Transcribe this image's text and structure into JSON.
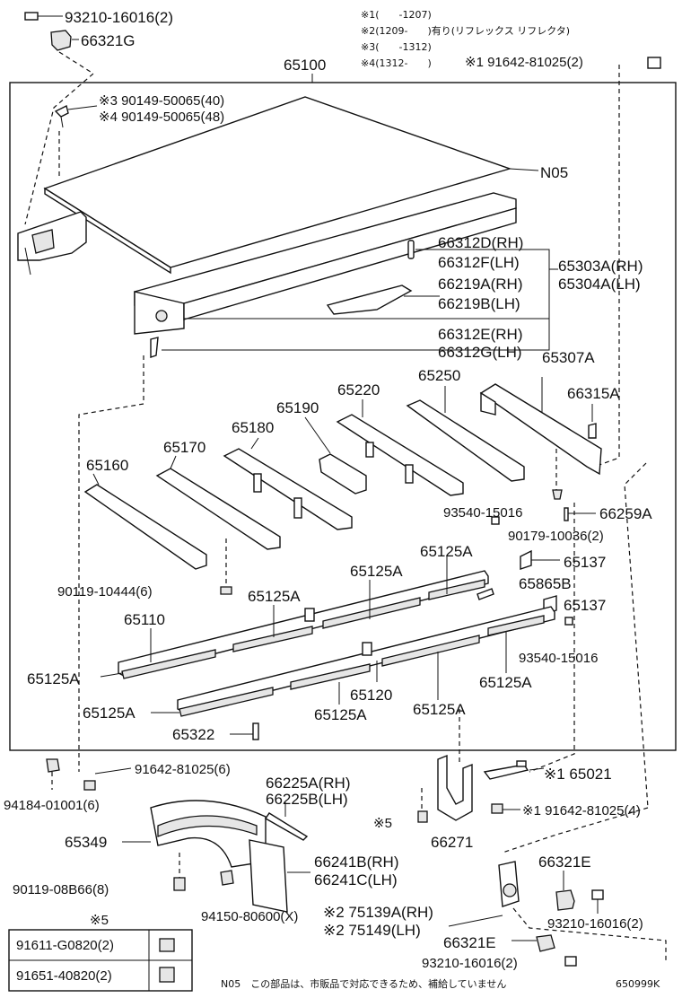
{
  "notes": {
    "n1": "※1(　　-1207)",
    "n2": "※2(1209-　　)有り(リフレックス リフレクタ)",
    "n3": "※3(　　-1312)",
    "n4": "※4(1312-　　)"
  },
  "labels": {
    "p93210_16016_2_top": "93210-16016(2)",
    "p66321G": "66321G",
    "p65100": "65100",
    "p91642_81025_2": "※1 91642-81025(2)",
    "p90149_40": "※3 90149-50065(40)",
    "p90149_48": "※4 90149-50065(48)",
    "pN05": "N05",
    "p66312D": "66312D(RH)",
    "p66312F": "66312F(LH)",
    "p65303A": "65303A(RH)",
    "p65304A": "65304A(LH)",
    "p66219A": "66219A(RH)",
    "p66219B": "66219B(LH)",
    "p66312E": "66312E(RH)",
    "p66312G": "66312G(LH)",
    "p65307A": "65307A",
    "p66315A": "66315A",
    "p65250": "65250",
    "p65220": "65220",
    "p65190": "65190",
    "p65180": "65180",
    "p65170": "65170",
    "p65160": "65160",
    "p93540_a": "93540-15016",
    "p66259A": "66259A",
    "p90179": "90179-10036(2)",
    "p65137_a": "65137",
    "p65125A_1": "65125A",
    "p90119_10444": "90119-10444(6)",
    "p65125A_2": "65125A",
    "p65865B": "65865B",
    "p65125A_3": "65125A",
    "p65137_b": "65137",
    "p65110": "65110",
    "p93540_b": "93540-15016",
    "p65125A_4": "65125A",
    "p65125A_5": "65125A",
    "p65120": "65120",
    "p65125A_6": "65125A",
    "p65125A_7": "65125A",
    "p65125A_8": "65125A",
    "p65322": "65322",
    "p91642_81025_6": "91642-81025(6)",
    "p94184": "94184-01001(6)",
    "p66225A": "66225A(RH)",
    "p66225B": "66225B(LH)",
    "p65021": "※1 65021",
    "p65349": "65349",
    "p91642_81025_4": "※1 91642-81025(4)",
    "p_star5": "※5",
    "p66271": "66271",
    "p66241B": "66241B(RH)",
    "p66241C": "66241C(LH)",
    "p66321E_a": "66321E",
    "p90119_08B66": "90119-08B66(8)",
    "p94150": "94150-80600(X)",
    "p75139A": "※2 75139A(RH)",
    "p75149": "※2 75149(LH)",
    "p93210_16016_2_mid": "93210-16016(2)",
    "p66321E_b": "66321E",
    "p93210_16016_2_bot": "93210-16016(2)"
  },
  "legend_table": {
    "title": "※5",
    "rows": [
      {
        "part": "91611-G0820(2)"
      },
      {
        "part": "91651-40820(2)"
      }
    ]
  },
  "footer": {
    "note": "N05　この部品は、市販品で対応できるため、補給していません",
    "code": "650999K"
  }
}
